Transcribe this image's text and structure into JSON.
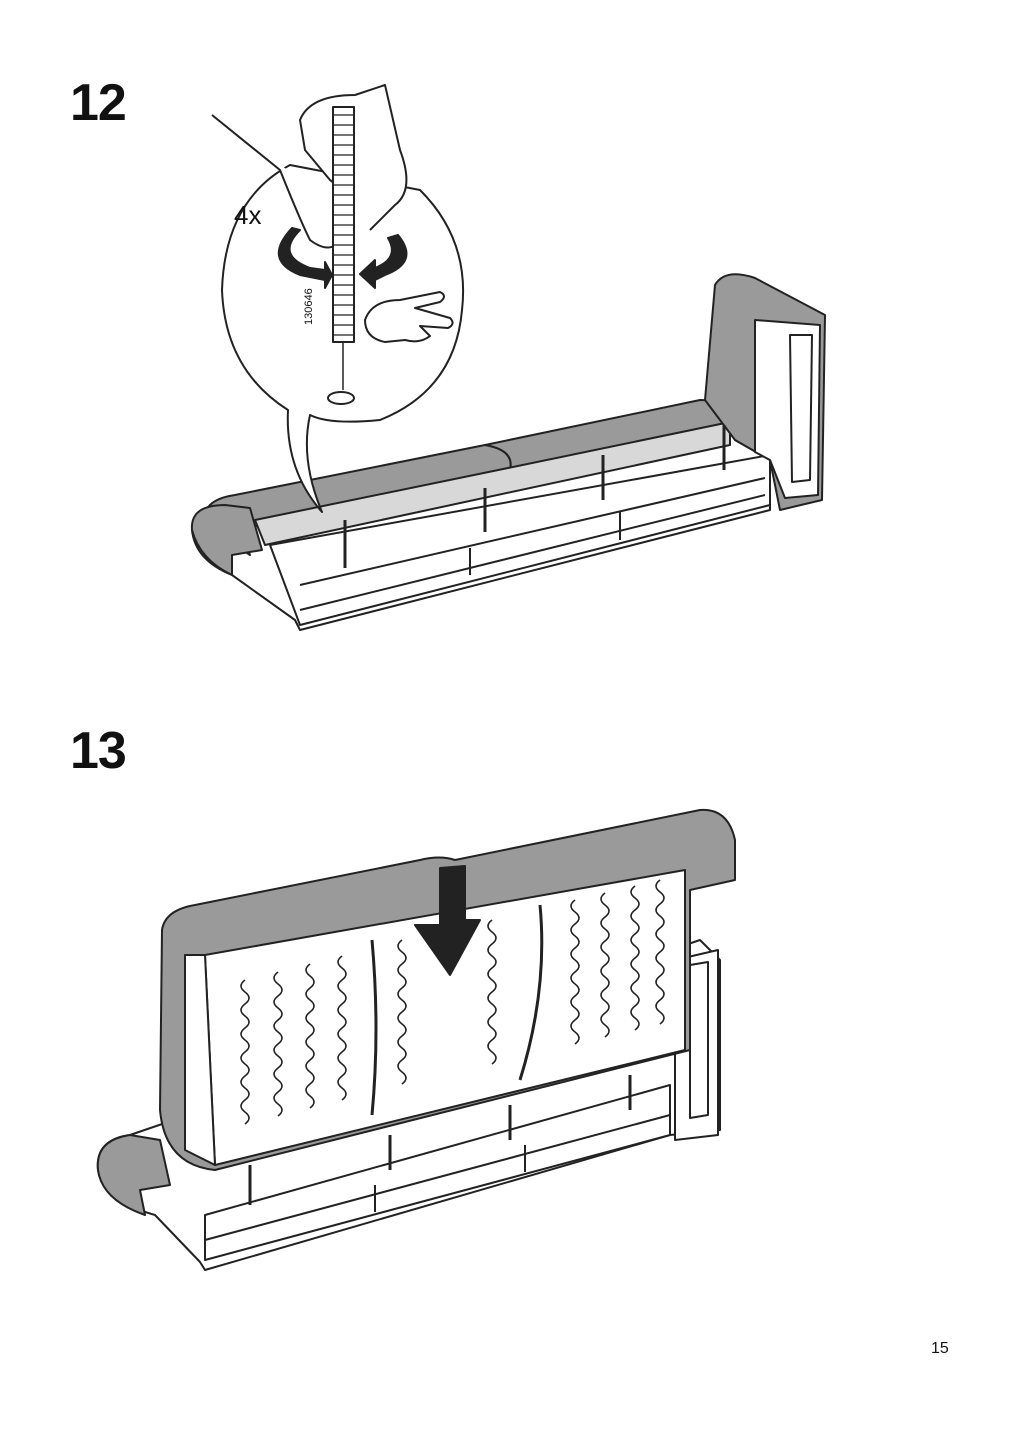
{
  "page": {
    "number": "15"
  },
  "steps": [
    {
      "number": "12",
      "quantity": "4x",
      "part_number": "130646"
    },
    {
      "number": "13"
    }
  ]
}
